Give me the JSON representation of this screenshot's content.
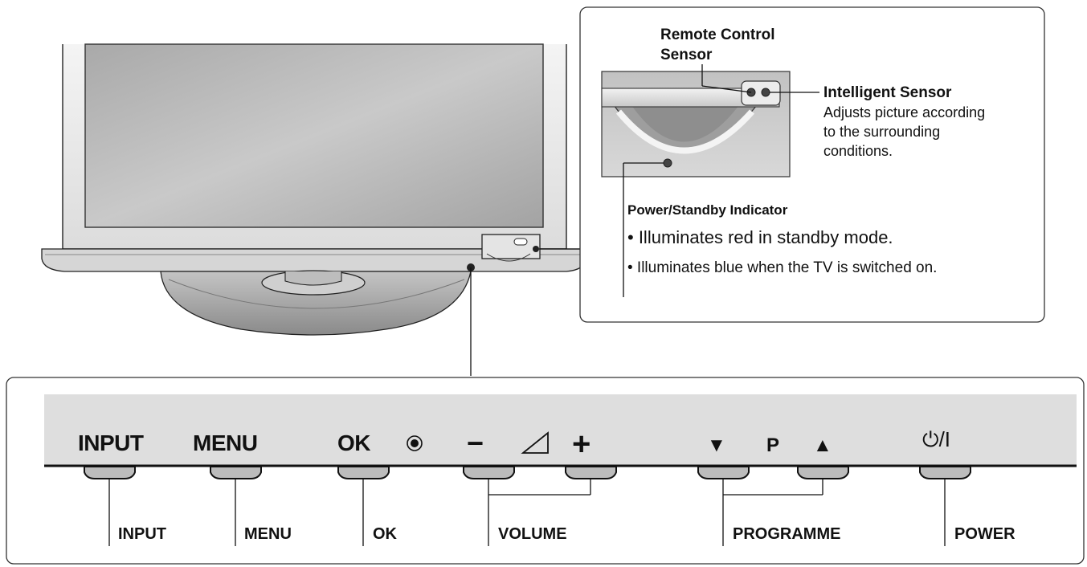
{
  "top_callouts": {
    "remote_sensor": {
      "line1": "Remote Control",
      "line2": "Sensor"
    },
    "intelligent_sensor": {
      "title": "Intelligent Sensor",
      "desc_line1": "Adjusts picture according",
      "desc_line2": "to the surrounding",
      "desc_line3": "conditions."
    },
    "power_indicator": {
      "title": "Power/Standby Indicator",
      "bullet1": "• Illuminates red in standby mode.",
      "bullet2": "• Illuminates blue when the TV is switched on."
    }
  },
  "panel": {
    "buttons": [
      {
        "key": "input",
        "face": "INPUT",
        "caption": "INPUT"
      },
      {
        "key": "menu",
        "face": "MENU",
        "caption": "MENU"
      },
      {
        "key": "ok",
        "face": "OK",
        "caption": "OK"
      },
      {
        "key": "volume",
        "face_minus": "−",
        "face_plus": "+",
        "caption": "VOLUME"
      },
      {
        "key": "programme",
        "face_down": "▼",
        "face_p": "P",
        "face_up": "▲",
        "caption": "PROGRAMME"
      },
      {
        "key": "power",
        "face": "⏻/I",
        "caption": "POWER"
      }
    ]
  },
  "icons": [
    "ok-dot-icon",
    "volume-triangle-icon",
    "power-symbol-icon"
  ],
  "colors": {
    "panel_gray": "#dedede",
    "screen_gray": "#b4b4b4",
    "stand_gray": "#a8a8a8",
    "line": "#111111"
  }
}
